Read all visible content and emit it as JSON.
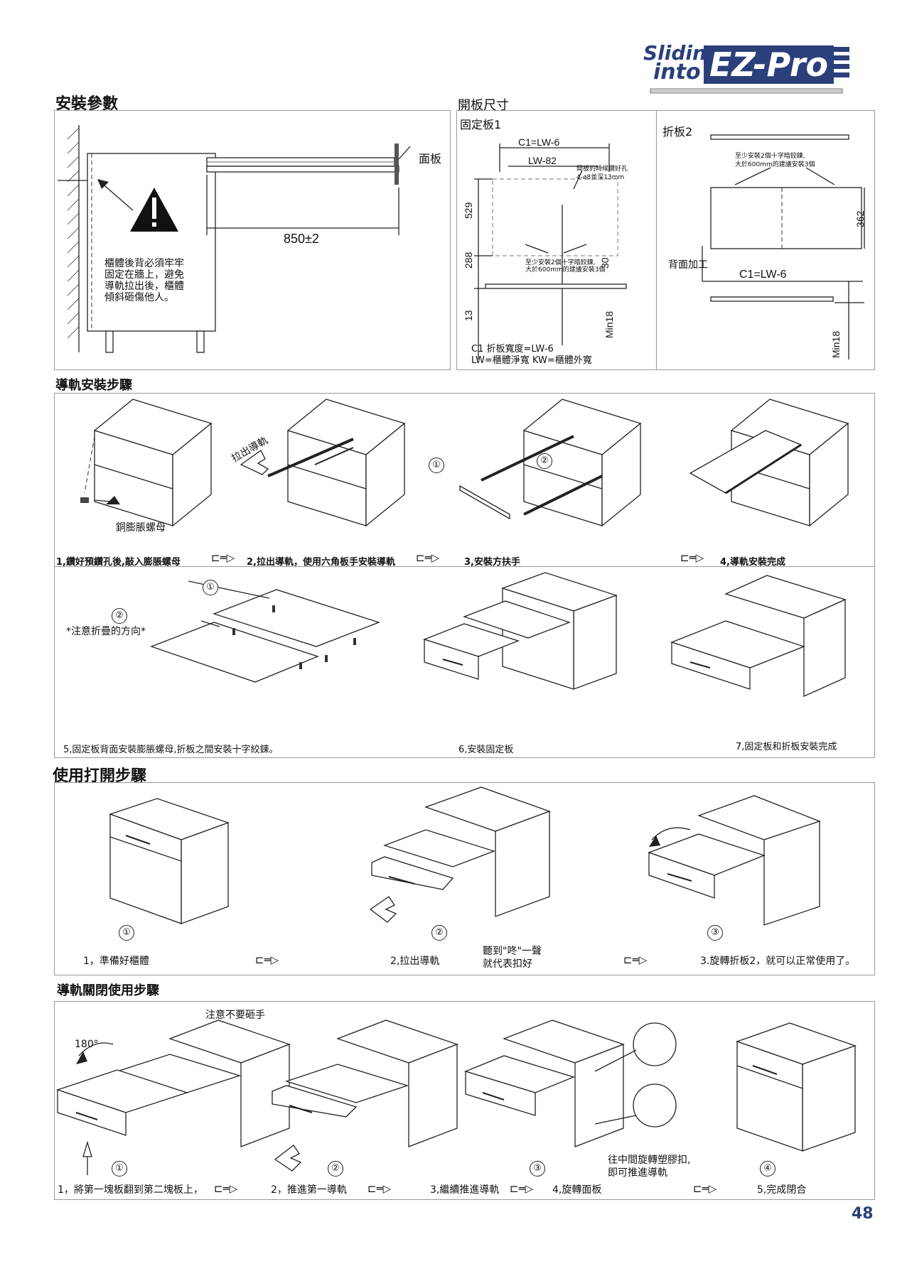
{
  "logo": {
    "line1": "Sliding",
    "line2": "into",
    "brand": "EZ-Pro"
  },
  "page_number": "48",
  "install_params": {
    "title": "安裝參數",
    "panel_label": "面板",
    "length_dim": "850±2",
    "warning_text": [
      "櫃體後背必須牢牢",
      "固定在牆上，避免",
      "導軌拉出後，櫃體",
      "傾斜砸傷他人。"
    ]
  },
  "panel_size": {
    "title": "開板尺寸",
    "fixed_board": {
      "title": "固定板1",
      "c1": "C1=LW-6",
      "lw82": "LW-82",
      "note_hole": [
        "開板的時候鑽好孔",
        "4-ø8並深13mm"
      ],
      "dim_529": "529",
      "dim_288": "288",
      "dim_30": "30",
      "dim_13": "13",
      "dim_min18": "Min18",
      "hinge_note": [
        "至少安裝2個十字暗鉸鍊,",
        "大於600mm的建議安裝3個"
      ],
      "legend": [
        "C1 折板寬度=LW-6",
        "LW=櫃體淨寬  KW=櫃體外寬"
      ]
    },
    "fold_board": {
      "title": "折板2",
      "hinge_note": [
        "至少安裝2個十字暗鉸鍊,",
        "大於600mm的建議安裝3個"
      ],
      "dim_362": "362",
      "back_label": "背面加工",
      "c1": "C1=LW-6",
      "dim_min18": "Min18"
    }
  },
  "rail_install": {
    "title": "導軌安裝步驟",
    "pull_label": "拉出導軌",
    "nut_label": "銅膨脹螺母",
    "steps": [
      "1,鑽好預鑽孔後,敲入膨脹螺母",
      "2,拉出導軌，使用六角板手安裝導軌",
      "3,安裝方扶手",
      "4,導軌安裝完成"
    ],
    "fold_note": "*注意折疊的方向*",
    "steps2": [
      "5,固定板背面安裝膨脹螺母,折板之間安裝十字絞鍊。",
      "6,安裝固定板",
      "7,固定板和折板安裝完成"
    ]
  },
  "open_steps": {
    "title": "使用打開步驟",
    "steps": [
      "1，準備好櫃體",
      "2,拉出導軌",
      "3.旋轉折板2，就可以正常使用了。"
    ],
    "click_note": [
      "聽到\"咚\"一聲",
      "就代表扣好"
    ]
  },
  "close_steps": {
    "title": "導軌關閉使用步驟",
    "warn": "注意不要砸手",
    "angle": "180°",
    "rotate_note": [
      "往中間旋轉塑膠扣,",
      "即可推進導軌"
    ],
    "steps": [
      "1，將第一塊板翻到第二塊板上，",
      "2，推進第一導軌",
      "3,繼續推進導軌",
      "4,旋轉面板",
      "5,完成閉合"
    ]
  },
  "circled": [
    "①",
    "②",
    "③",
    "④"
  ],
  "colors": {
    "brand": "#2b3f7a",
    "border": "#9a9a9a"
  }
}
